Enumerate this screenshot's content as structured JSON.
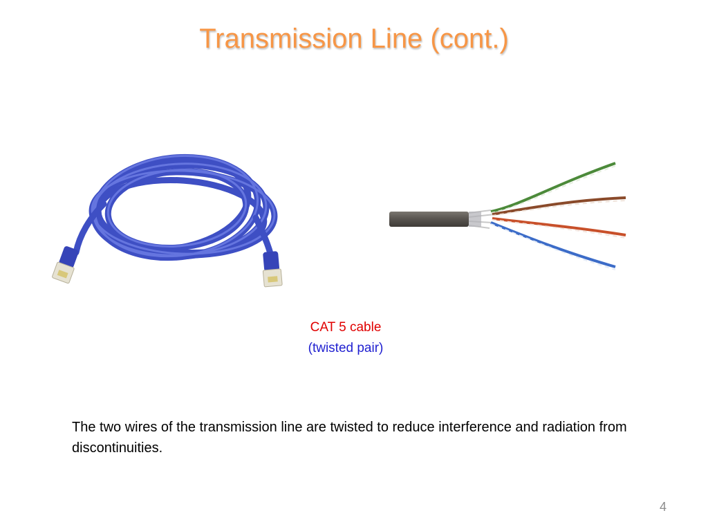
{
  "slide": {
    "title": "Transmission Line (cont.)",
    "title_color": "#f79646",
    "images": [
      {
        "name": "coiled-blue-ethernet-cable",
        "icon": "cable-coil-photo"
      },
      {
        "name": "stripped-twisted-pair-cable",
        "icon": "twisted-pair-photo"
      }
    ],
    "caption": {
      "line1": "CAT 5 cable",
      "line1_color": "#e00000",
      "line2": "(twisted pair)",
      "line2_color": "#1f1fd0"
    },
    "body": "The two wires of the transmission line are twisted to reduce interference and radiation from discontinuities.",
    "page_number": "4"
  }
}
